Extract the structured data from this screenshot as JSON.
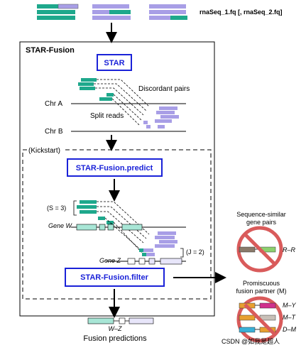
{
  "input_label": "rnaSeq_1.fq [, rnaSeq_2.fq]",
  "star_fusion_title": "STAR-Fusion",
  "star_box_label": "STAR",
  "discordant_pairs": "Discordant pairs",
  "split_reads": "Split reads",
  "chr_a": "Chr A",
  "chr_b": "Chr B",
  "kickstart": "(Kickstart)",
  "predict_label": "STAR-Fusion.predict",
  "s_label": "(S = 3)",
  "gene_w": "Gene W",
  "gene_z": "Gene Z",
  "j_label": "(J = 2)",
  "filter_label": "STAR-Fusion.filter",
  "wz_label": "W–Z",
  "fusion_predictions": "Fusion predictions",
  "seq_similar": "Sequence-similar\ngene pairs",
  "seq_similar_l1": "Sequence-similar",
  "seq_similar_l2": "gene pairs",
  "rr_label": "R–R",
  "promiscuous_l1": "Promiscuous",
  "promiscuous_l2": "fusion partner (M)",
  "my_label": "M–Y",
  "mt_label": "M–T",
  "dm_label": "D–M",
  "watermark": "CSDN @如我是超人",
  "colors": {
    "teal": "#1ea88c",
    "lavender": "#a89ee6",
    "blue": "#1a22d8",
    "red": "#d95b5b",
    "light_teal": "#a8e6d6"
  }
}
